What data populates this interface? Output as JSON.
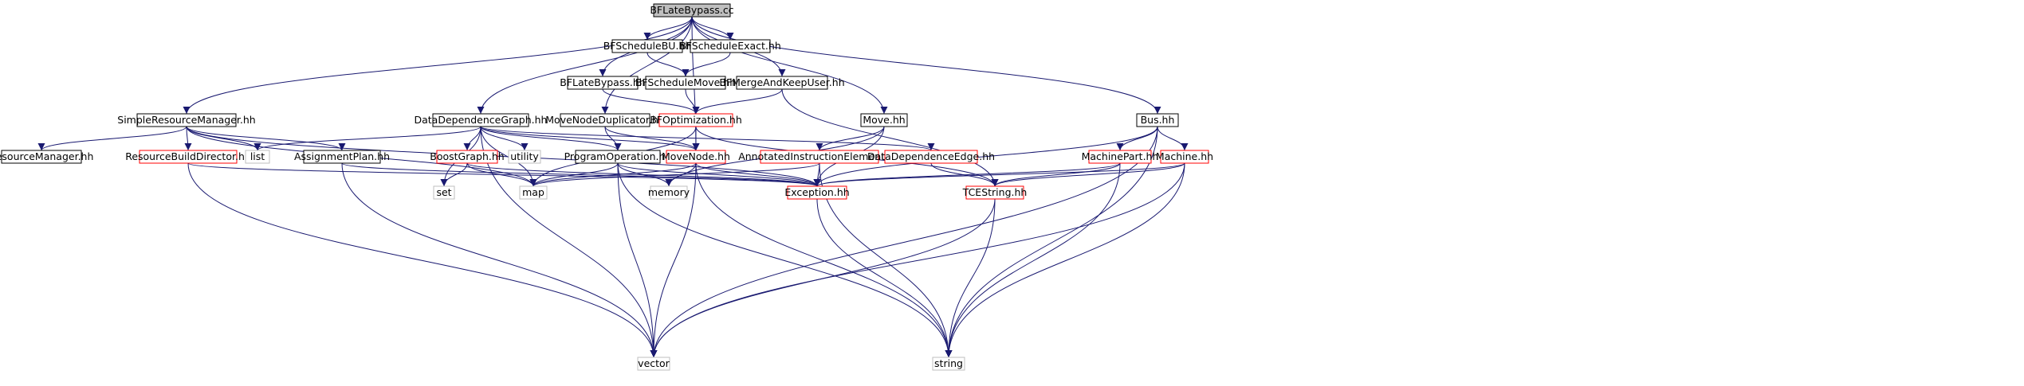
{
  "colors": {
    "edge": "#191970",
    "root_fill": "#bfbfbf",
    "documented_border": "#000000",
    "incomplete_border": "#ff0000",
    "external_border": "#bfbfbf",
    "node_fill": "#ffffff"
  },
  "nodes": [
    {
      "id": "BFLateBypass.cc",
      "label": "BFLateBypass.cc",
      "kind": "root"
    },
    {
      "id": "BFScheduleBU.hh",
      "label": "BFScheduleBU.hh",
      "kind": "documented"
    },
    {
      "id": "BFScheduleExact.hh",
      "label": "BFScheduleExact.hh",
      "kind": "documented"
    },
    {
      "id": "BFLateBypass.hh",
      "label": "BFLateBypass.hh",
      "kind": "documented"
    },
    {
      "id": "BFScheduleMove.hh",
      "label": "BFScheduleMove.hh",
      "kind": "documented"
    },
    {
      "id": "BFMergeAndKeepUser.hh",
      "label": "BFMergeAndKeepUser.hh",
      "kind": "documented"
    },
    {
      "id": "SimpleResourceManager.hh",
      "label": "SimpleResourceManager.hh",
      "kind": "documented"
    },
    {
      "id": "DataDependenceGraph.hh",
      "label": "DataDependenceGraph.hh",
      "kind": "documented"
    },
    {
      "id": "MoveNodeDuplicator.hh",
      "label": "MoveNodeDuplicator.hh",
      "kind": "documented"
    },
    {
      "id": "BFOptimization.hh",
      "label": "BFOptimization.hh",
      "kind": "incomplete"
    },
    {
      "id": "Move.hh",
      "label": "Move.hh",
      "kind": "documented"
    },
    {
      "id": "Bus.hh",
      "label": "Bus.hh",
      "kind": "documented"
    },
    {
      "id": "ResourceManager.hh",
      "label": "ResourceManager.hh",
      "kind": "documented"
    },
    {
      "id": "ResourceBuildDirector.hh",
      "label": "ResourceBuildDirector.hh",
      "kind": "incomplete"
    },
    {
      "id": "list",
      "label": "list",
      "kind": "external"
    },
    {
      "id": "AssignmentPlan.hh",
      "label": "AssignmentPlan.hh",
      "kind": "documented"
    },
    {
      "id": "BoostGraph.hh",
      "label": "BoostGraph.hh",
      "kind": "incomplete"
    },
    {
      "id": "utility",
      "label": "utility",
      "kind": "external"
    },
    {
      "id": "ProgramOperation.hh",
      "label": "ProgramOperation.hh",
      "kind": "documented"
    },
    {
      "id": "MoveNode.hh",
      "label": "MoveNode.hh",
      "kind": "incomplete"
    },
    {
      "id": "AnnotatedInstructionElement.hh",
      "label": "AnnotatedInstructionElement.hh",
      "kind": "incomplete"
    },
    {
      "id": "DataDependenceEdge.hh",
      "label": "DataDependenceEdge.hh",
      "kind": "incomplete"
    },
    {
      "id": "MachinePart.hh",
      "label": "MachinePart.hh",
      "kind": "incomplete"
    },
    {
      "id": "Machine.hh",
      "label": "Machine.hh",
      "kind": "incomplete"
    },
    {
      "id": "set",
      "label": "set",
      "kind": "external"
    },
    {
      "id": "map",
      "label": "map",
      "kind": "external"
    },
    {
      "id": "memory",
      "label": "memory",
      "kind": "external"
    },
    {
      "id": "Exception.hh",
      "label": "Exception.hh",
      "kind": "incomplete"
    },
    {
      "id": "TCEString.hh",
      "label": "TCEString.hh",
      "kind": "incomplete"
    },
    {
      "id": "vector",
      "label": "vector",
      "kind": "external"
    },
    {
      "id": "string",
      "label": "string",
      "kind": "external"
    }
  ],
  "edges": [
    [
      "BFLateBypass.cc",
      "BFScheduleBU.hh"
    ],
    [
      "BFLateBypass.cc",
      "BFScheduleExact.hh"
    ],
    [
      "BFLateBypass.cc",
      "BFLateBypass.hh"
    ],
    [
      "BFLateBypass.cc",
      "BFMergeAndKeepUser.hh"
    ],
    [
      "BFLateBypass.cc",
      "SimpleResourceManager.hh"
    ],
    [
      "BFLateBypass.cc",
      "DataDependenceGraph.hh"
    ],
    [
      "BFLateBypass.cc",
      "MoveNodeDuplicator.hh"
    ],
    [
      "BFLateBypass.cc",
      "MoveNode.hh"
    ],
    [
      "BFLateBypass.cc",
      "Move.hh"
    ],
    [
      "BFLateBypass.cc",
      "Bus.hh"
    ],
    [
      "BFScheduleBU.hh",
      "BFScheduleMove.hh"
    ],
    [
      "BFScheduleExact.hh",
      "BFScheduleMove.hh"
    ],
    [
      "BFScheduleMove.hh",
      "BFOptimization.hh"
    ],
    [
      "BFLateBypass.hh",
      "BFOptimization.hh"
    ],
    [
      "BFMergeAndKeepUser.hh",
      "BFOptimization.hh"
    ],
    [
      "BFMergeAndKeepUser.hh",
      "TCEString.hh"
    ],
    [
      "BFOptimization.hh",
      "MoveNode.hh"
    ],
    [
      "BFOptimization.hh",
      "map"
    ],
    [
      "BFOptimization.hh",
      "TCEString.hh"
    ],
    [
      "SimpleResourceManager.hh",
      "ResourceManager.hh"
    ],
    [
      "SimpleResourceManager.hh",
      "ResourceBuildDirector.hh"
    ],
    [
      "SimpleResourceManager.hh",
      "list"
    ],
    [
      "SimpleResourceManager.hh",
      "AssignmentPlan.hh"
    ],
    [
      "SimpleResourceManager.hh",
      "map"
    ],
    [
      "SimpleResourceManager.hh",
      "Exception.hh"
    ],
    [
      "DataDependenceGraph.hh",
      "list"
    ],
    [
      "DataDependenceGraph.hh",
      "BoostGraph.hh"
    ],
    [
      "DataDependenceGraph.hh",
      "utility"
    ],
    [
      "DataDependenceGraph.hh",
      "ProgramOperation.hh"
    ],
    [
      "DataDependenceGraph.hh",
      "MoveNode.hh"
    ],
    [
      "DataDependenceGraph.hh",
      "DataDependenceEdge.hh"
    ],
    [
      "DataDependenceGraph.hh",
      "set"
    ],
    [
      "DataDependenceGraph.hh",
      "map"
    ],
    [
      "DataDependenceGraph.hh",
      "vector"
    ],
    [
      "MoveNodeDuplicator.hh",
      "ProgramOperation.hh"
    ],
    [
      "MoveNodeDuplicator.hh",
      "MoveNode.hh"
    ],
    [
      "ResourceBuildDirector.hh",
      "Exception.hh"
    ],
    [
      "ResourceBuildDirector.hh",
      "vector"
    ],
    [
      "AssignmentPlan.hh",
      "Exception.hh"
    ],
    [
      "AssignmentPlan.hh",
      "vector"
    ],
    [
      "BoostGraph.hh",
      "set"
    ],
    [
      "BoostGraph.hh",
      "map"
    ],
    [
      "BoostGraph.hh",
      "Exception.hh"
    ],
    [
      "ProgramOperation.hh",
      "map"
    ],
    [
      "ProgramOperation.hh",
      "memory"
    ],
    [
      "ProgramOperation.hh",
      "Exception.hh"
    ],
    [
      "ProgramOperation.hh",
      "vector"
    ],
    [
      "ProgramOperation.hh",
      "string"
    ],
    [
      "MoveNode.hh",
      "memory"
    ],
    [
      "MoveNode.hh",
      "Exception.hh"
    ],
    [
      "MoveNode.hh",
      "vector"
    ],
    [
      "MoveNode.hh",
      "string"
    ],
    [
      "MoveNode.hh",
      "map"
    ],
    [
      "Move.hh",
      "memory"
    ],
    [
      "Move.hh",
      "AnnotatedInstructionElement.hh"
    ],
    [
      "Move.hh",
      "Exception.hh"
    ],
    [
      "AnnotatedInstructionElement.hh",
      "map"
    ],
    [
      "AnnotatedInstructionElement.hh",
      "Exception.hh"
    ],
    [
      "AnnotatedInstructionElement.hh",
      "string"
    ],
    [
      "DataDependenceEdge.hh",
      "TCEString.hh"
    ],
    [
      "Bus.hh",
      "MachinePart.hh"
    ],
    [
      "Bus.hh",
      "Machine.hh"
    ],
    [
      "Bus.hh",
      "Exception.hh"
    ],
    [
      "Bus.hh",
      "string"
    ],
    [
      "Bus.hh",
      "vector"
    ],
    [
      "MachinePart.hh",
      "Exception.hh"
    ],
    [
      "MachinePart.hh",
      "TCEString.hh"
    ],
    [
      "MachinePart.hh",
      "string"
    ],
    [
      "Machine.hh",
      "Exception.hh"
    ],
    [
      "Machine.hh",
      "TCEString.hh"
    ],
    [
      "Machine.hh",
      "vector"
    ],
    [
      "Machine.hh",
      "string"
    ],
    [
      "Exception.hh",
      "string"
    ],
    [
      "TCEString.hh",
      "string"
    ],
    [
      "TCEString.hh",
      "vector"
    ]
  ]
}
